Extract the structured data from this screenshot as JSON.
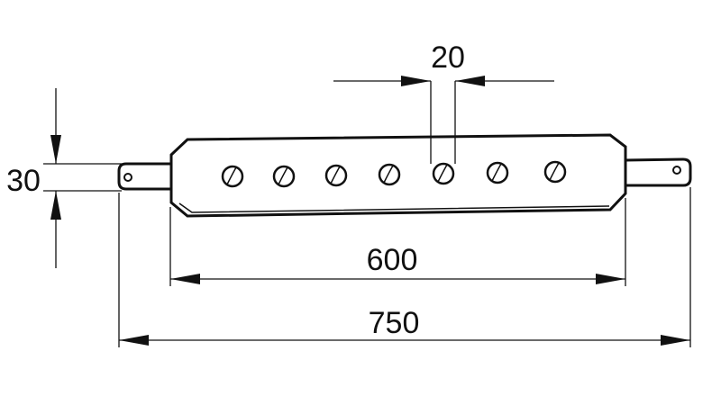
{
  "dimensions": {
    "hole_spacing": "20",
    "end_height": "30",
    "bar_length": "600",
    "overall_length": "750"
  }
}
